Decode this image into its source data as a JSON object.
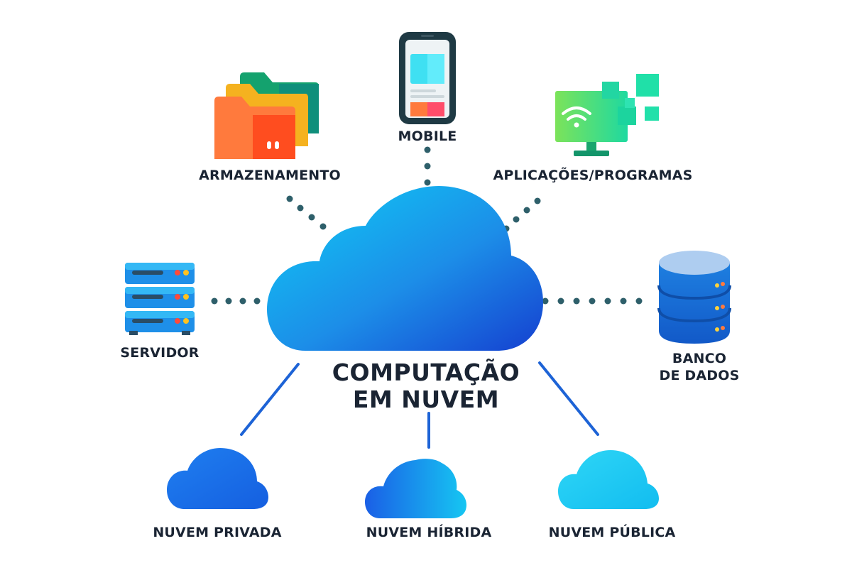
{
  "center": {
    "line1": "COMPUTAÇÃO",
    "line2": "EM NUVEM"
  },
  "nodes": {
    "storage": "ARMAZENAMENTO",
    "mobile": "MOBILE",
    "applications": "APLICAÇÕES/PROGRAMAS",
    "server": "SERVIDOR",
    "database_line1": "BANCO",
    "database_line2": "DE DADOS",
    "private_cloud": "NUVEM PRIVADA",
    "hybrid_cloud": "NUVEM HÍBRIDA",
    "public_cloud": "NUVEM PÚBLICA"
  },
  "colors": {
    "dots": "#2e5f6a",
    "lines": "#1d63d6",
    "text": "#1a2433"
  },
  "icons": {
    "storage": "folders-icon",
    "mobile": "smartphone-icon",
    "applications": "monitor-wifi-icon",
    "server": "server-rack-icon",
    "database": "database-icon"
  }
}
